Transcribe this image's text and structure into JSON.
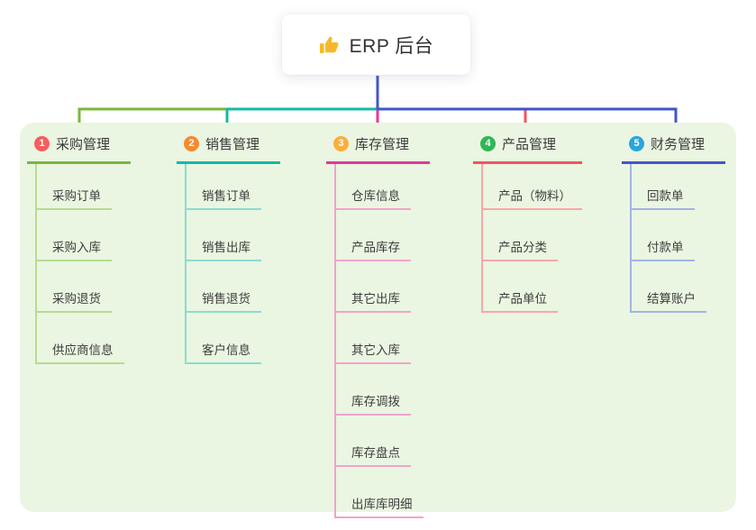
{
  "root": {
    "title": "ERP 后台",
    "icon": "thumbs-up-icon",
    "icon_color": "#f7b928",
    "line_color": "#4156c8"
  },
  "board": {
    "background": "#eaf6e1"
  },
  "branches": [
    {
      "index": "1",
      "label": "采购管理",
      "badge_color": "#f75d5d",
      "line_color": "#7ab83c",
      "child_line_color": "#b7dc90",
      "children": [
        "采购订单",
        "采购入库",
        "采购退货",
        "供应商信息"
      ]
    },
    {
      "index": "2",
      "label": "销售管理",
      "badge_color": "#f7892f",
      "line_color": "#13b9a6",
      "child_line_color": "#8adcd1",
      "children": [
        "销售订单",
        "销售出库",
        "销售退货",
        "客户信息"
      ]
    },
    {
      "index": "3",
      "label": "库存管理",
      "badge_color": "#f8b03c",
      "line_color": "#e13a96",
      "child_line_color": "#f2a3cd",
      "children": [
        "仓库信息",
        "产品库存",
        "其它出库",
        "其它入库",
        "库存调拨",
        "库存盘点",
        "出库库明细"
      ]
    },
    {
      "index": "4",
      "label": "产品管理",
      "badge_color": "#2eb757",
      "line_color": "#f4545c",
      "child_line_color": "#f9a7aa",
      "children": [
        "产品（物料）",
        "产品分类",
        "产品单位"
      ]
    },
    {
      "index": "5",
      "label": "财务管理",
      "badge_color": "#2ba4de",
      "line_color": "#4156c8",
      "child_line_color": "#a2b4e7",
      "children": [
        "回款单",
        "付款单",
        "结算账户"
      ]
    }
  ]
}
